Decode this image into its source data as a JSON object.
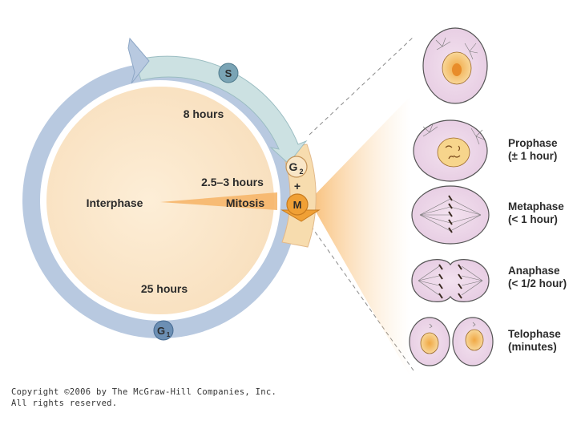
{
  "cycle": {
    "s_badge": "S",
    "g2_badge": "G",
    "g2_sub": "2",
    "m_badge": "M",
    "g1_badge": "G",
    "g1_sub": "1",
    "s_duration": "8 hours",
    "g2_duration": "2.5–3 hours",
    "plus": "+",
    "interphase_label": "Interphase",
    "mitosis_label": "Mitosis",
    "g1_duration": "25 hours"
  },
  "phases": [
    {
      "name": "Prophase",
      "duration": "(± 1 hour)"
    },
    {
      "name": "Metaphase",
      "duration": "(< 1 hour)"
    },
    {
      "name": "Anaphase",
      "duration": "(< 1/2 hour)"
    },
    {
      "name": "Telophase",
      "duration": "(minutes)"
    }
  ],
  "copyright": {
    "line1": "Copyright ©2006 by The McGraw-Hill Companies, Inc.",
    "line2": "All rights reserved."
  },
  "colors": {
    "interior": "#fbe8cc",
    "outer_ring": "#b8c9e0",
    "s_arrow": "#cce1e2",
    "g2_band": "#f7dcae",
    "m_badge": "#f0a035",
    "s_badge": "#7aa4b5",
    "g1_badge": "#6c8fb4",
    "cell_fill": "#ecd6e8",
    "nucleus": "#f5c87a"
  }
}
